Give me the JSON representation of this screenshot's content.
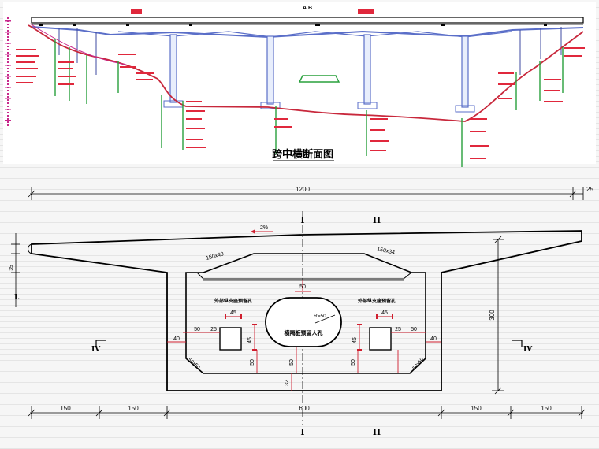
{
  "elevation": {
    "title": "跨中横断面图",
    "top_marks": [
      "A",
      "B"
    ]
  },
  "section": {
    "top_dims": {
      "main": "1200",
      "end": "25"
    },
    "slope": "2%",
    "haunch_left": "150x40",
    "haunch_right": "150x34",
    "top_slab_thk": "50",
    "cell_mid": {
      "text": "横隔板预留人孔",
      "radius": "R=50"
    },
    "vent_left": "外部纵支座预留孔",
    "vent_right": "外部纵支座预留孔",
    "left_block": {
      "top": "45",
      "left": "50",
      "side": "25",
      "height": "45",
      "bottom": "50"
    },
    "right_block": {
      "top": "45",
      "left": "25",
      "side": "50",
      "height": "45",
      "bottom": "50"
    },
    "web_left": "40",
    "web_right": "40",
    "center_v": "50",
    "fillet_left": "50x50",
    "fillet_right": "50x50",
    "bottom_slab": "32",
    "height": "300",
    "bottom_dims": [
      "150",
      "150",
      "600",
      "150",
      "150"
    ],
    "left_marks": [
      "35",
      "L"
    ],
    "section_marks": {
      "cut1": "I",
      "cut2": "II",
      "side_left": "IV",
      "side_right": "IV"
    }
  }
}
